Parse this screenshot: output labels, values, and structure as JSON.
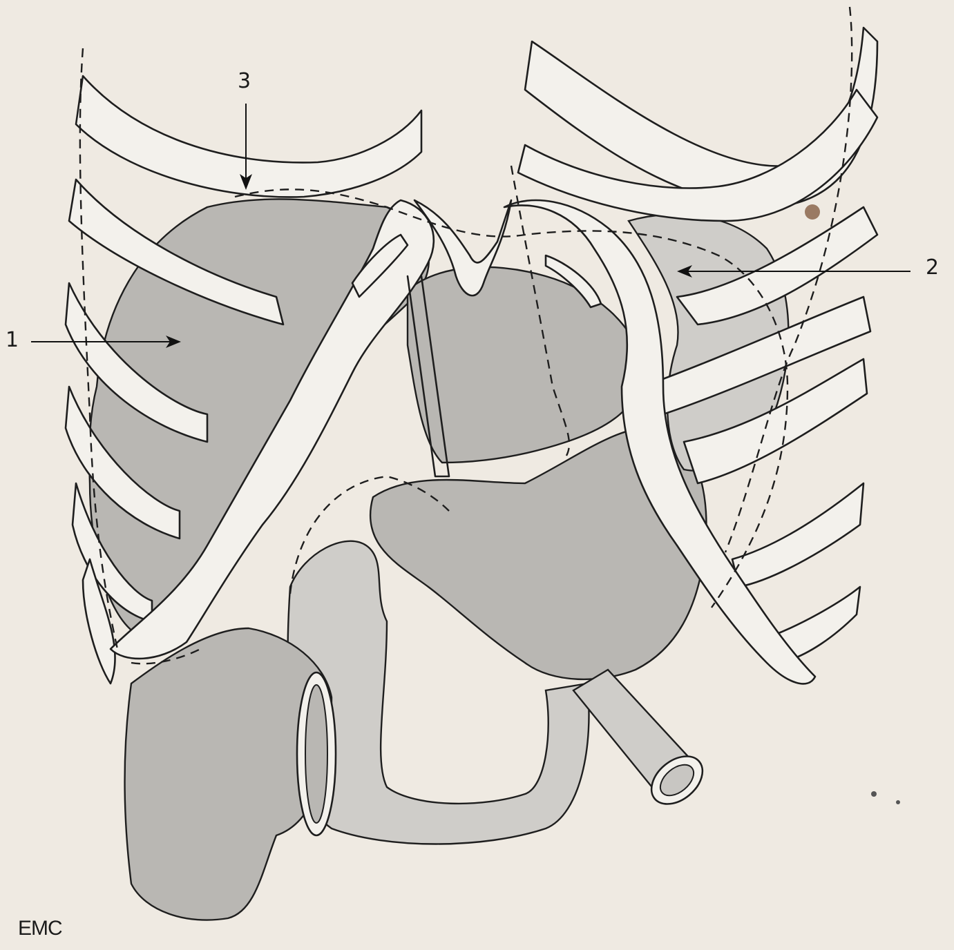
{
  "figure": {
    "background_color": "#efeae2",
    "shading_color": "#b9b7b3",
    "line_color": "#1e1e1e",
    "labels": [
      {
        "id": "label-1",
        "text": "1"
      },
      {
        "id": "label-2",
        "text": "2"
      },
      {
        "id": "label-3",
        "text": "3"
      }
    ],
    "watermark": "EMC"
  }
}
